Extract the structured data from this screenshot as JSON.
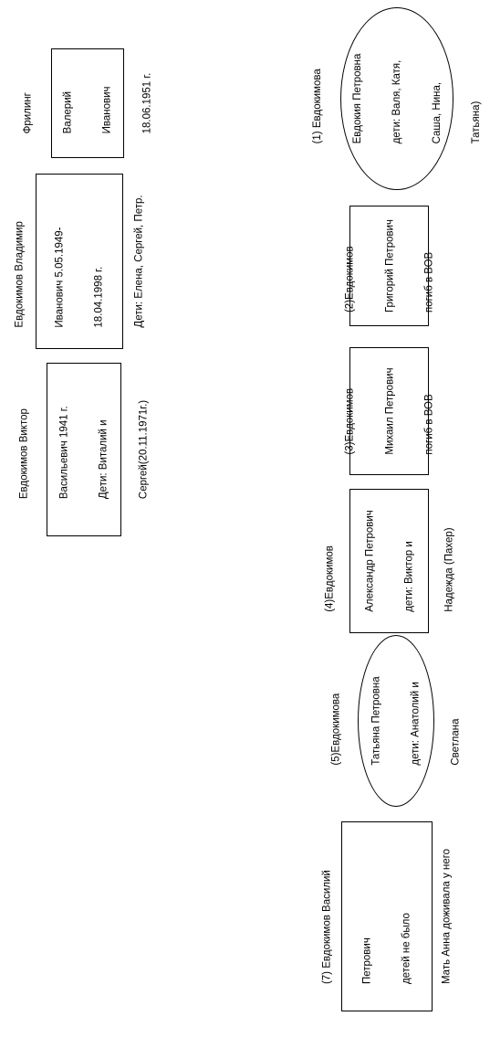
{
  "nodes": {
    "n1": {
      "lines": [
        "(1) Евдокимова",
        "Евдокия Петровна",
        "дети: Валя, Катя,",
        "Саша, Нина,",
        "Татьяна)"
      ]
    },
    "n2": {
      "lines": [
        "(2)Евдокимов",
        "Григорий Петрович",
        "погиб в ВОВ"
      ]
    },
    "n3": {
      "lines": [
        "(3)Евдокимов",
        "Михаил Петрович",
        "погиб в ВОВ"
      ]
    },
    "n4": {
      "lines": [
        "(4)Евдокимов",
        "Александр Петрович",
        "дети: Виктор и",
        "Надежда (Пахер)"
      ]
    },
    "n5": {
      "lines": [
        "(5)Евдокимова",
        "Татьяна Петровна",
        "дети: Анатолий и",
        "Светлана"
      ]
    },
    "n7": {
      "lines": [
        "(7) Евдокимов Василий",
        "Петрович",
        "детей не было",
        "Мать Анна доживала у него"
      ]
    },
    "viktor": {
      "lines": [
        "Евдокимов Виктор",
        "Васильевич 1941 г.",
        "Дети: Виталий и",
        "Сергей(20.11.1971г.)"
      ]
    },
    "vladimir": {
      "lines": [
        "Евдокимов Владимир",
        "Иванович 5.05.1949-",
        "18.04.1998 г.",
        "Дети: Елена, Сергей, Петр."
      ]
    },
    "friling": {
      "lines": [
        "Фрилинг",
        "Валерий",
        "Иванович",
        "18.06.1951 г."
      ]
    }
  }
}
